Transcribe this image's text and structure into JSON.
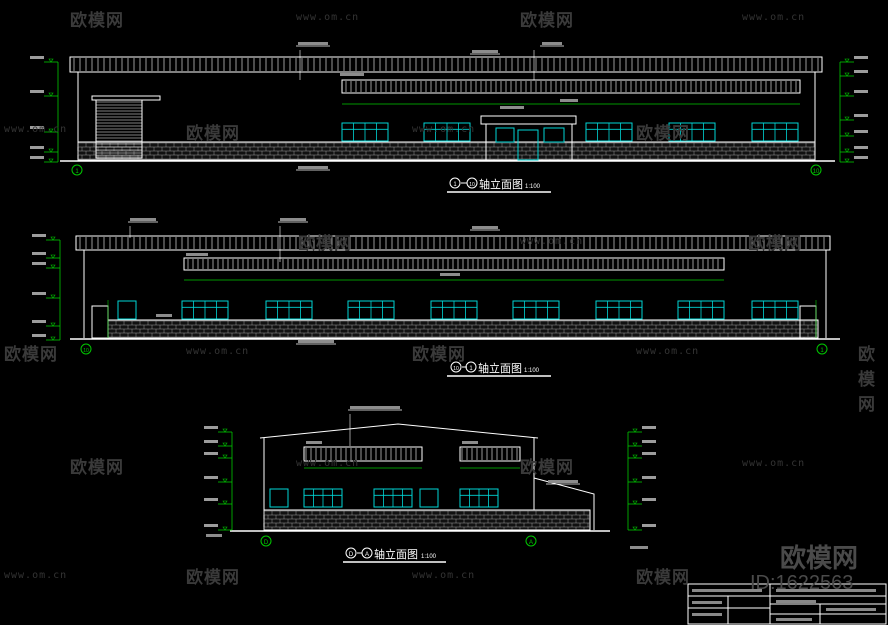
{
  "watermark": {
    "brand": "欧模网",
    "url": "www.om.cn",
    "id_text": "ID:1622563"
  },
  "views": [
    {
      "title_a": "1",
      "title_b": "10",
      "title_text": "轴立面图",
      "scale": "1:100",
      "axis_left": "1",
      "axis_right": "10"
    },
    {
      "title_a": "10",
      "title_b": "1",
      "title_text": "轴立面图",
      "scale": "1:100",
      "axis_left": "10",
      "axis_right": "1"
    },
    {
      "title_a": "D",
      "title_b": "A",
      "title_text": "轴立面图",
      "scale": "1:100",
      "axis_left": "D",
      "axis_right": "A"
    }
  ],
  "colors": {
    "background": "#000000",
    "line": "#ffffff",
    "dim": "#00c800",
    "glass": "#00d6d6",
    "watermark": "#3a3a3a"
  }
}
